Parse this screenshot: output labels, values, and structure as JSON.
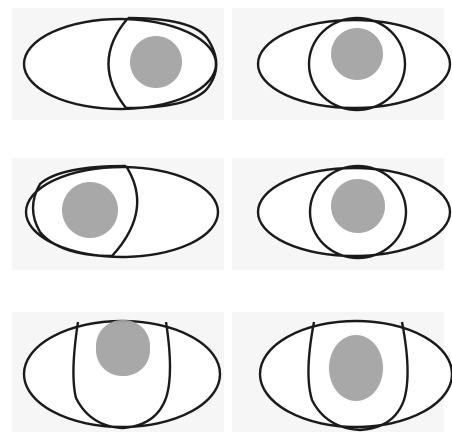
{
  "figure": {
    "background": "#ffffff",
    "panel_background": "#f6f6f6",
    "outline_color": "#1a1a1a",
    "pupil_color": "#a3a3a3"
  },
  "panels": [
    {
      "id": "top-left",
      "gaze": "right"
    },
    {
      "id": "top-right",
      "gaze": "center"
    },
    {
      "id": "middle-left",
      "gaze": "left"
    },
    {
      "id": "middle-right",
      "gaze": "center"
    },
    {
      "id": "bottom-left",
      "gaze": "up"
    },
    {
      "id": "bottom-right",
      "gaze": "center"
    }
  ]
}
